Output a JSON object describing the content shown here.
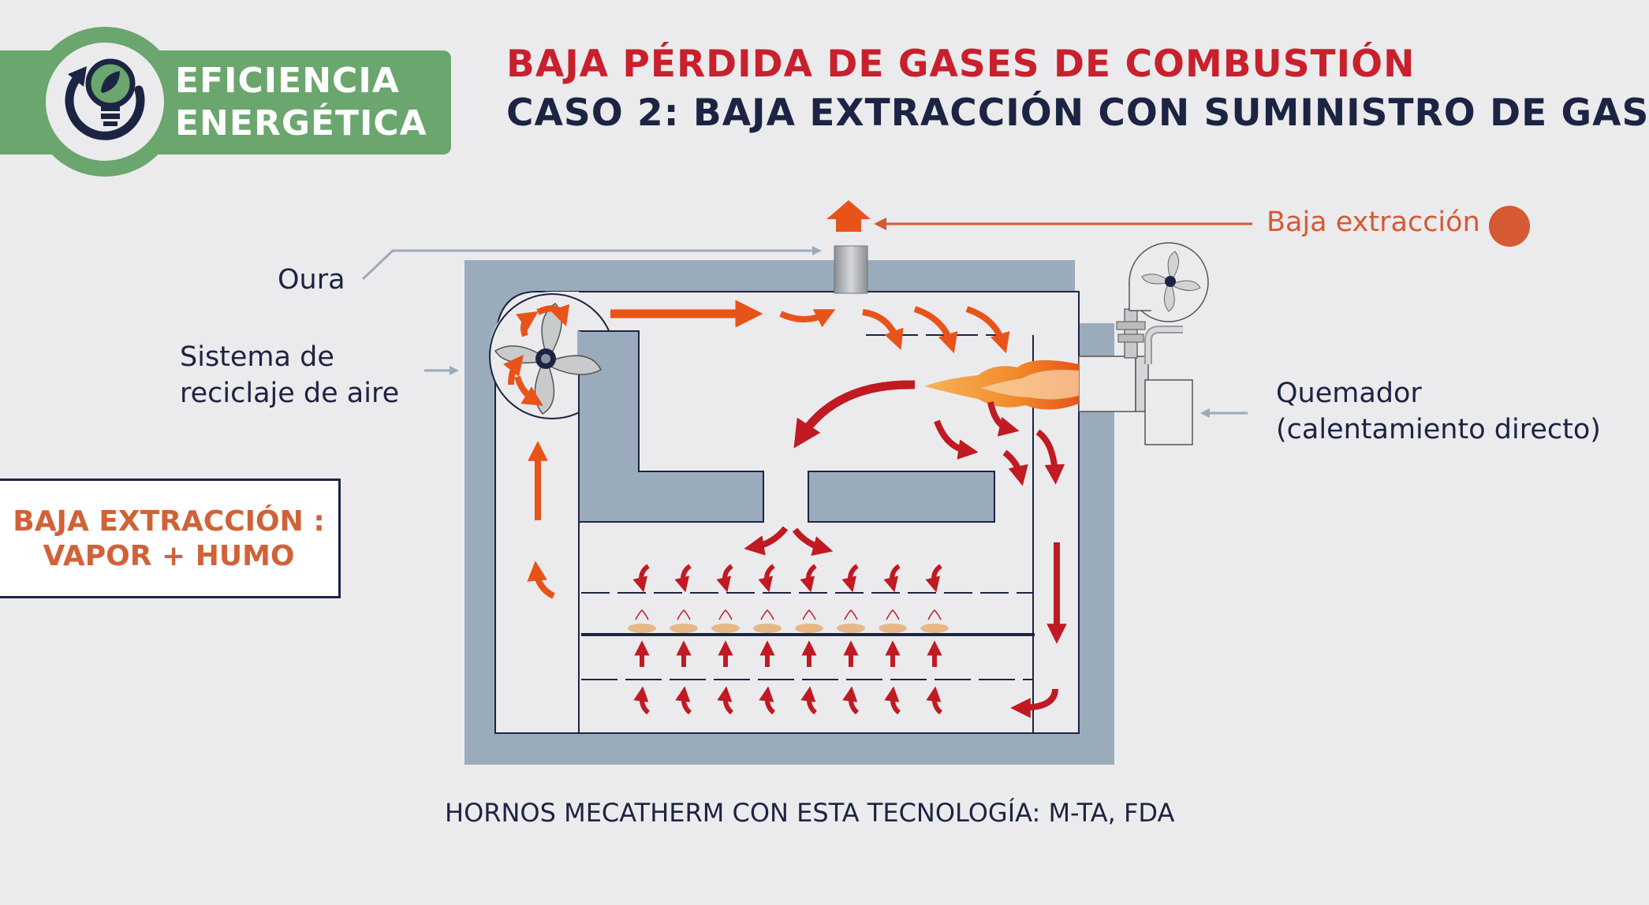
{
  "badge": {
    "line1": "EFICIENCIA",
    "line2": "ENERGÉTICA"
  },
  "title": {
    "line1": "BAJA PÉRDIDA DE GASES DE COMBUSTIÓN",
    "line2": "CASO 2: BAJA EXTRACCIÓN CON SUMINISTRO DE GAS"
  },
  "labels": {
    "oura": "Oura",
    "recycling_line1": "Sistema de",
    "recycling_line2": "reciclaje de aire",
    "low_extraction": "Baja extracción",
    "burner_line1": "Quemador",
    "burner_line2": "(calentamiento directo)"
  },
  "box": {
    "line1": "BAJA EXTRACCIÓN :",
    "line2": "VAPOR + HUMO"
  },
  "footer": "HORNOS MECATHERM CON ESTA TECNOLOGÍA: M-TA, FDA",
  "colors": {
    "green": "#6aa66d",
    "navy": "#1c2443",
    "title_red": "#c8202c",
    "orange": "#e8531a",
    "dark_red": "#c01a22",
    "insulation": "#9aabbc",
    "dough": "#e6b888"
  },
  "icons": [
    "lightbulb-leaf-icon",
    "fan-icon",
    "flame-icon",
    "orange-dot-icon"
  ]
}
